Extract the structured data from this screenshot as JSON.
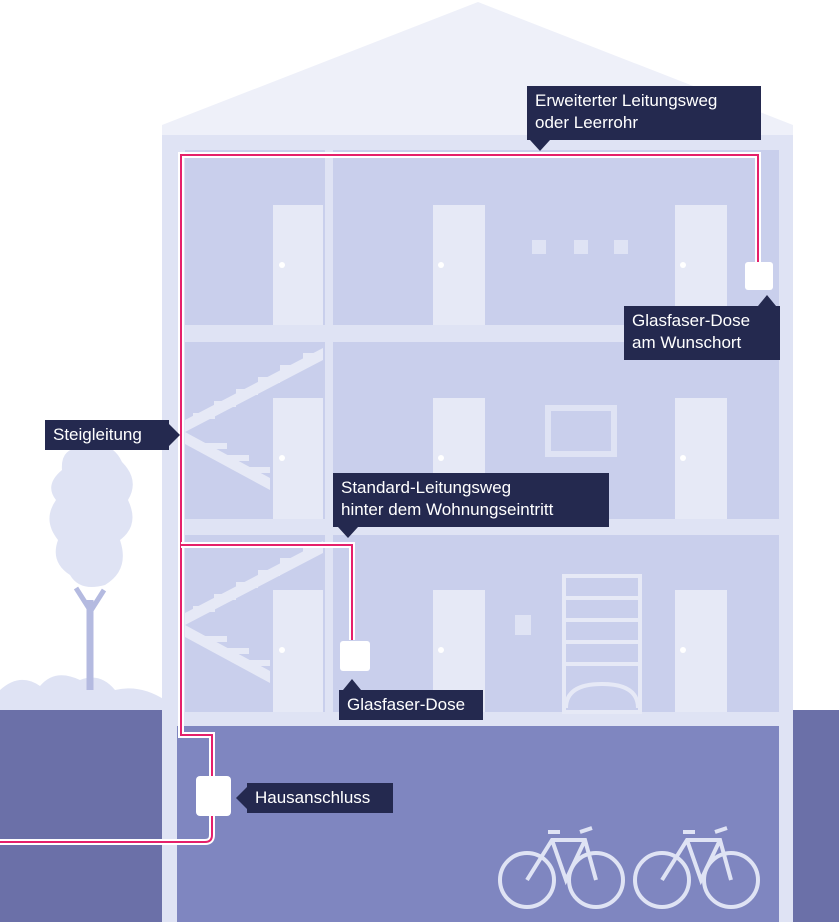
{
  "labels": {
    "erweitert": {
      "line1": "Erweiterter Leitungsweg",
      "line2": "oder Leerrohr"
    },
    "wunschort": {
      "line1": "Glasfaser-Dose",
      "line2": "am Wunschort"
    },
    "steigleitung": "Steigleitung",
    "standard": {
      "line1": "Standard-Leitungsweg",
      "line2": "hinter dem Wohnungseintritt"
    },
    "dose": "Glasfaser-Dose",
    "hausanschluss": "Hausanschluss"
  },
  "colors": {
    "background": "#ffffff",
    "wall": "#dfe3f4",
    "room": "#c9cfec",
    "door": "#e6e9f6",
    "ground": "#6b70a8",
    "basement": "#7f86c0",
    "cable": "#e5206b",
    "label_bg": "#24294f",
    "label_text": "#ffffff"
  }
}
